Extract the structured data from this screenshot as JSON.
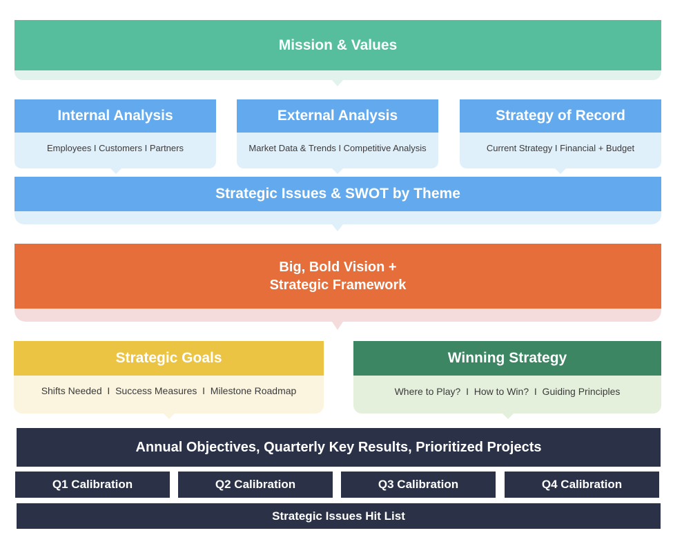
{
  "mission": {
    "title": "Mission & Values"
  },
  "analysis": [
    {
      "title": "Internal Analysis",
      "detail": "Employees I Customers I Partners"
    },
    {
      "title": "External Analysis",
      "detail": "Market Data & Trends I Competitive Analysis"
    },
    {
      "title": "Strategy of Record",
      "detail": "Current Strategy I Financial + Budget"
    }
  ],
  "strategic_issues": {
    "title": "Strategic Issues & SWOT by Theme"
  },
  "vision": {
    "line1": "Big, Bold Vision +",
    "line2": "Strategic Framework"
  },
  "goals": {
    "title": "Strategic Goals",
    "detail": "Shifts Needed  I  Success Measures  I  Milestone Roadmap"
  },
  "winning": {
    "title": "Winning Strategy",
    "detail": "Where to Play?  I  How to Win?  I  Guiding Principles"
  },
  "annual": {
    "title": "Annual Objectives, Quarterly Key Results, Prioritized Projects"
  },
  "quarters": [
    "Q1 Calibration",
    "Q2 Calibration",
    "Q3 Calibration",
    "Q4 Calibration"
  ],
  "hit_list": {
    "title": "Strategic Issues Hit List"
  },
  "colors": {
    "mission": "#57be9d",
    "analysis": "#62a9ee",
    "vision": "#e56e3b",
    "goals": "#ebc443",
    "winning": "#3c8664",
    "execution": "#2b3247"
  }
}
